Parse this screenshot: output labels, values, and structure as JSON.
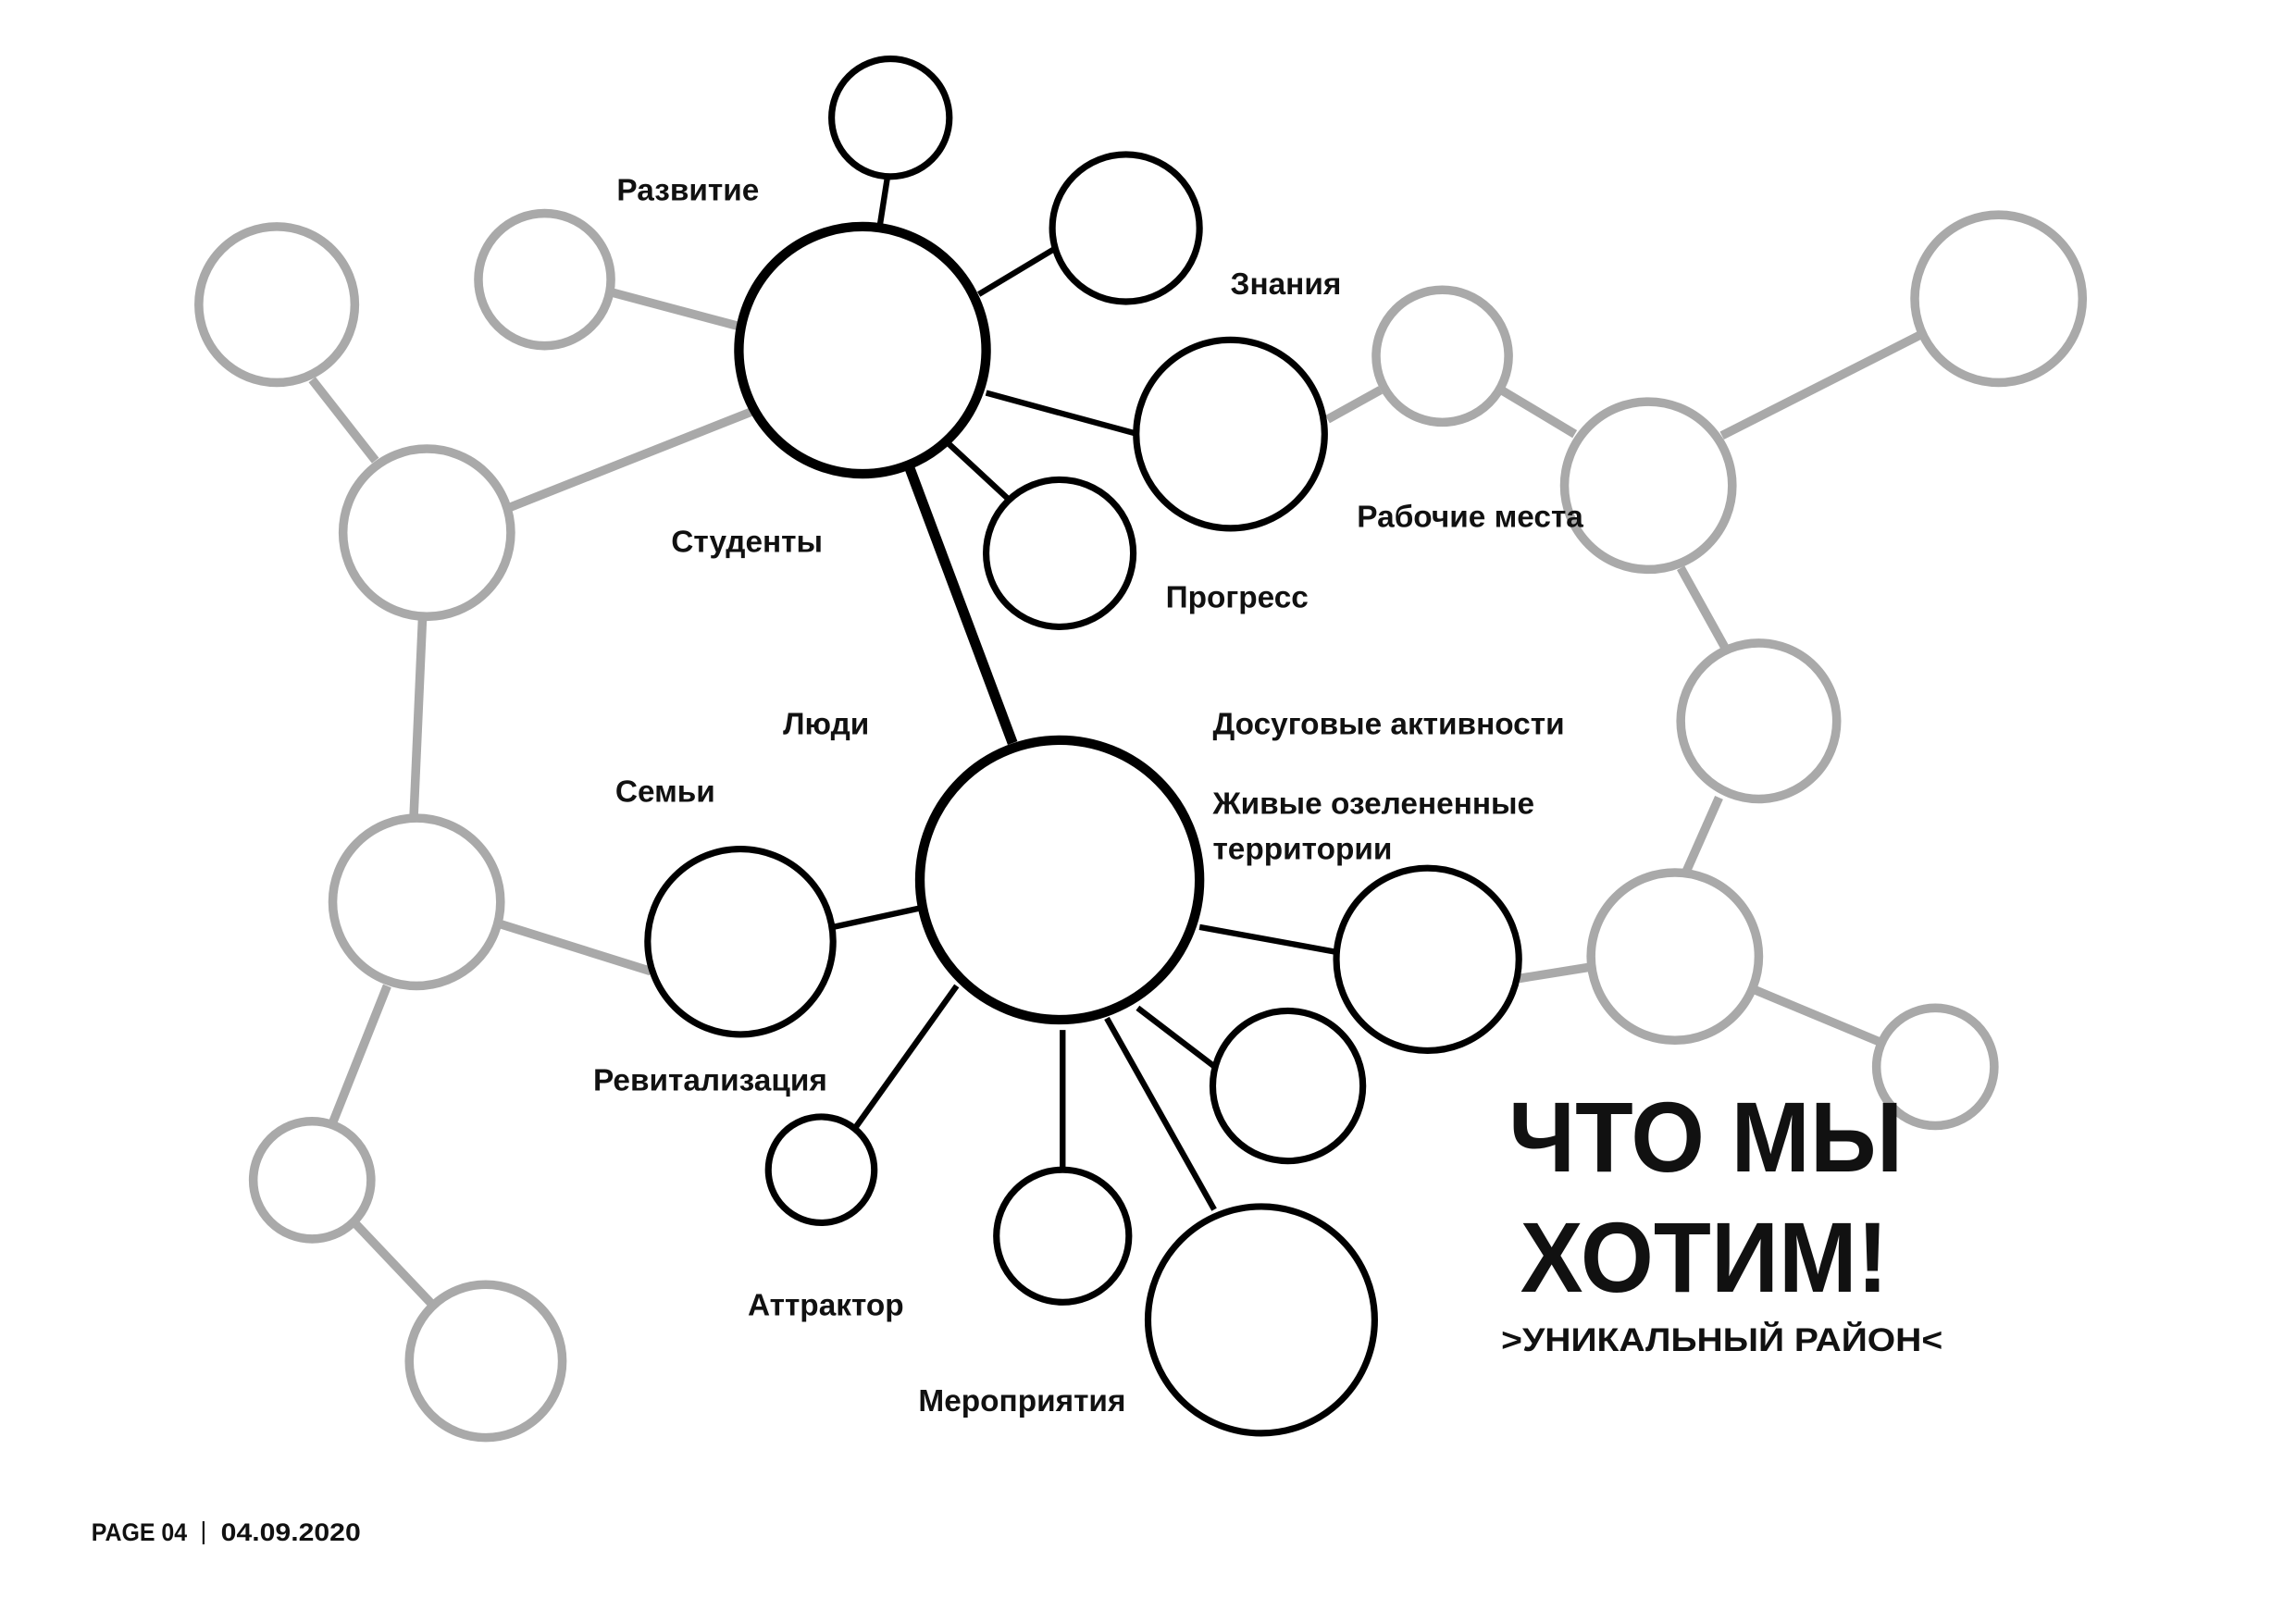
{
  "labels": {
    "razvitie": "Развитие",
    "znaniya": "Знания",
    "rabochie_mesta": "Рабочие места",
    "studenty": "Студенты",
    "progress": "Прогресс",
    "lyudi": "Люди",
    "dosugovye": "Досуговые активности",
    "semi": "Семьи",
    "zhivye_line1": "Живые озелененные",
    "zhivye_line2": "территории",
    "revitalizatsiya": "Ревитализация",
    "attraktor": "Аттрактор",
    "meropriyatiya": "Мероприятия"
  },
  "title": {
    "line1": "ЧТО МЫ",
    "line2": "ХОТИМ!",
    "subtitle": ">УНИКАЛЬНЫЙ РАЙОН<"
  },
  "footer": {
    "page": "PAGE 04",
    "separator": "|",
    "date": "04.09.2020"
  },
  "colors": {
    "primary": "#000000",
    "secondary": "#a9a9a9"
  }
}
